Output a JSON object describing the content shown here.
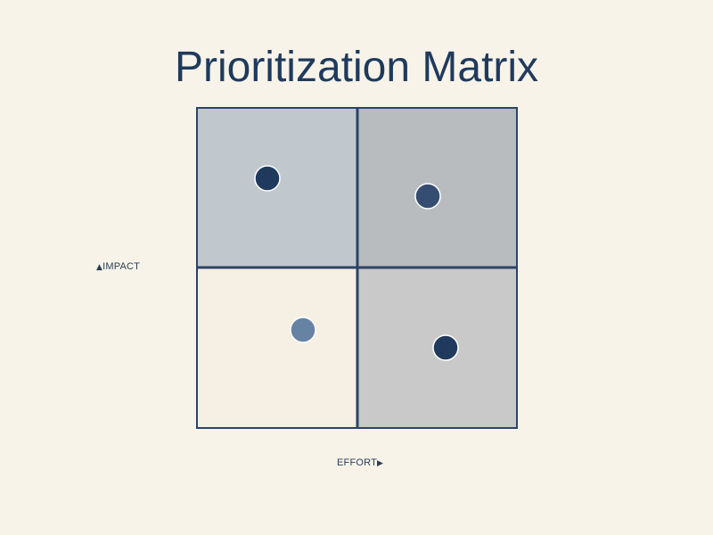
{
  "title": "Prioritization Matrix",
  "axes": {
    "y_label": "IMPACT",
    "y_arrow_icon": "up-arrow-icon",
    "x_label": "EFFORT",
    "x_arrow_icon": "right-arrow-icon"
  },
  "colors": {
    "background": "#f7f3e9",
    "border": "#2c4466",
    "quadrant_high_impact_low_effort": "#c0c8ce",
    "quadrant_high_impact_high_effort": "#b8bcbf",
    "quadrant_low_impact_low_effort": "#f6efe4",
    "quadrant_low_impact_high_effort": "#c8c9c8"
  },
  "items": [
    {
      "quadrant": "high-impact-low-effort",
      "color": "#1f3a5c"
    },
    {
      "quadrant": "high-impact-high-effort",
      "color": "#344d70"
    },
    {
      "quadrant": "low-impact-low-effort",
      "color": "#6683a3"
    },
    {
      "quadrant": "low-impact-high-effort",
      "color": "#1f3a5c"
    }
  ]
}
